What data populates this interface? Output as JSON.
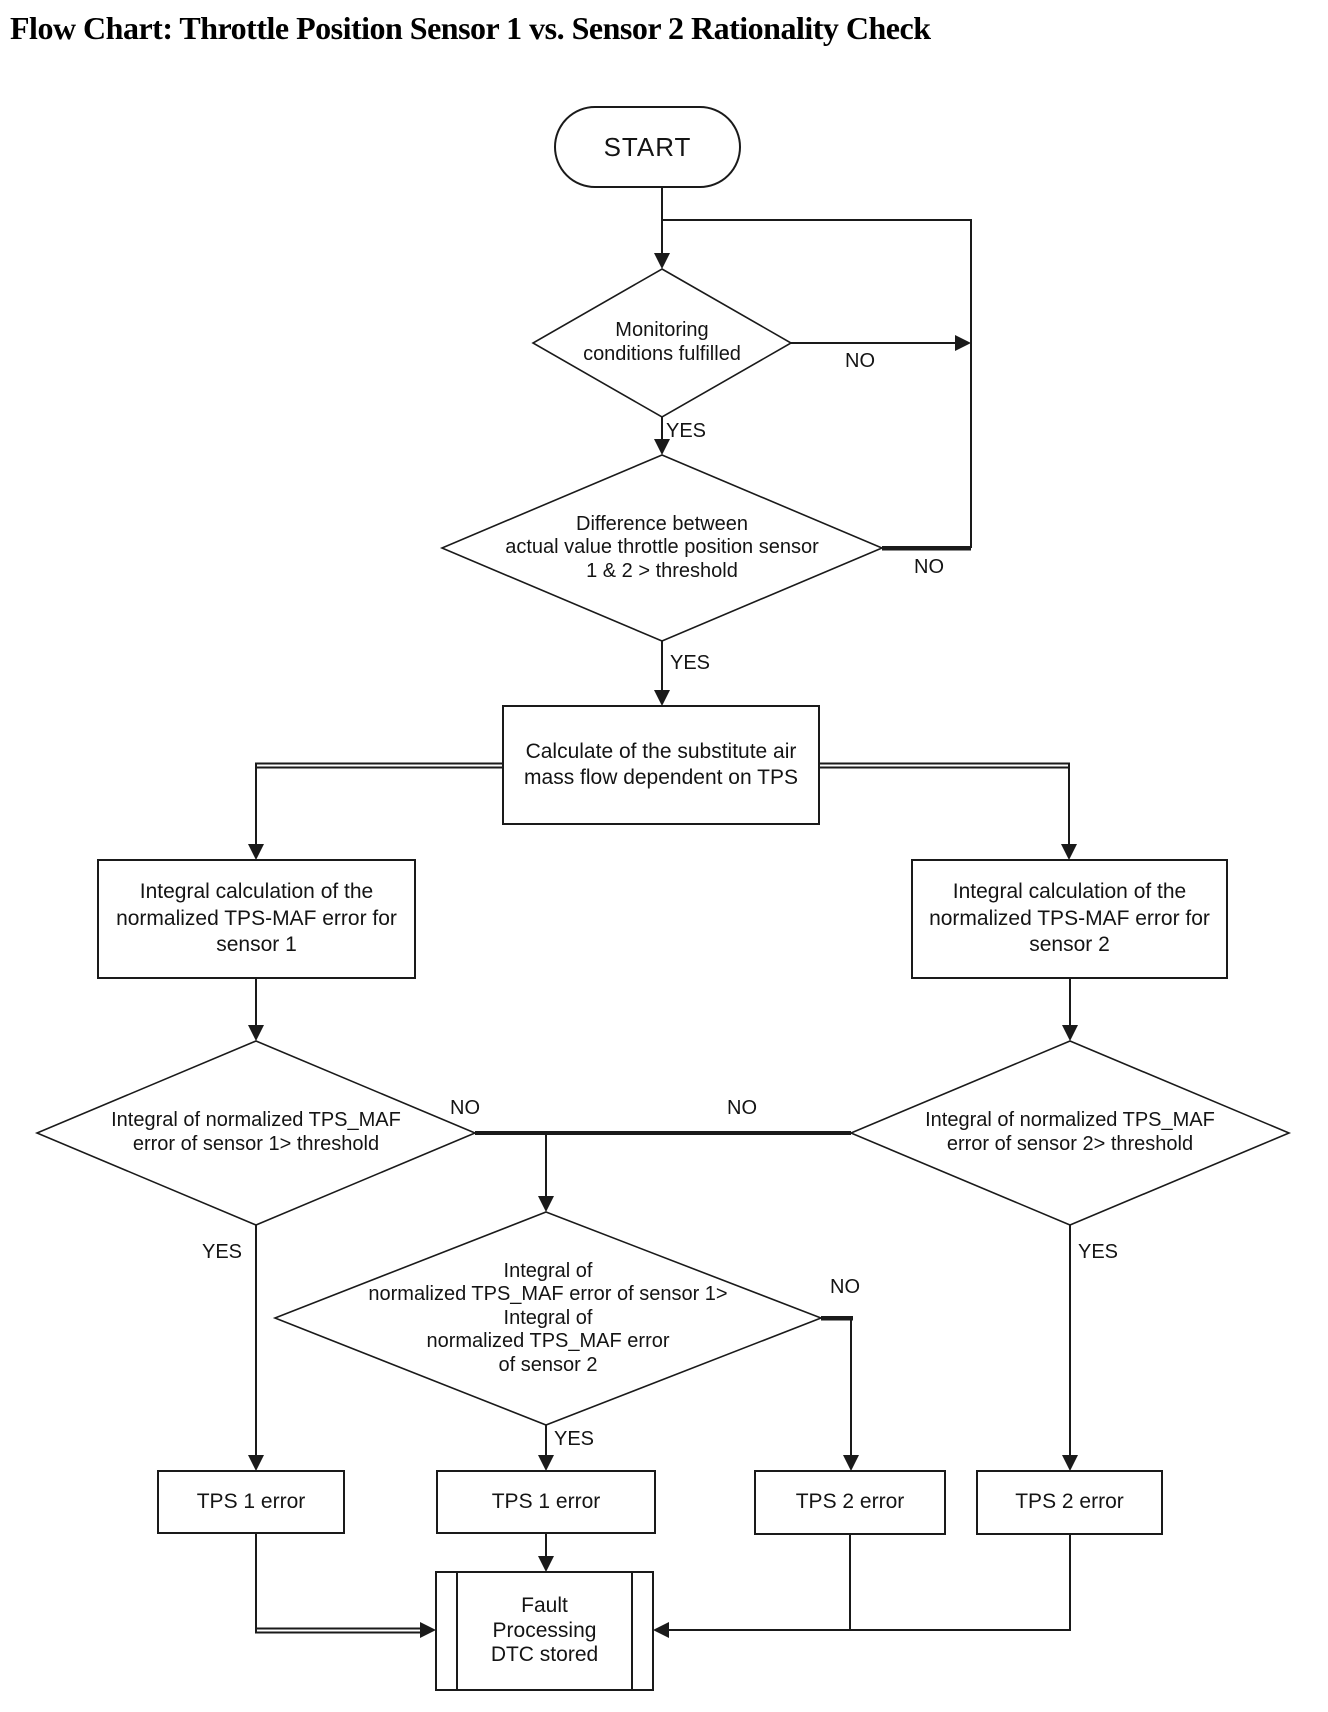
{
  "title": "Flow Chart: Throttle Position Sensor 1 vs. Sensor 2 Rationality Check",
  "diagram_type": "flowchart",
  "colors": {
    "background": "#ffffff",
    "line": "#1a1a1a",
    "text": "#141414"
  },
  "nodes": {
    "start": "START",
    "monitoring_decision": "Monitoring\nconditions fulfilled",
    "difference_decision": "Difference between\nactual value throttle position sensor\n1 & 2 > threshold",
    "calculate_process": "Calculate of the substitute air\nmass flow dependent on TPS",
    "integral_sensor1": "Integral calculation of the\nnormalized TPS-MAF error for\nsensor 1",
    "integral_sensor2": "Integral calculation of the\nnormalized TPS-MAF error for\nsensor 2",
    "threshold_sensor1": "Integral of normalized TPS_MAF\nerror of sensor 1> threshold",
    "threshold_sensor2": "Integral of normalized TPS_MAF\nerror of sensor 2> threshold",
    "compare_decision": "Integral of\nnormalized TPS_MAF error of sensor 1>\nIntegral of\nnormalized TPS_MAF error\nof sensor 2",
    "tps1_error_left": "TPS 1 error",
    "tps1_error_mid": "TPS 1 error",
    "tps2_error_mid": "TPS 2 error",
    "tps2_error_right": "TPS 2 error",
    "fault_processing": "Fault\nProcessing\nDTC stored"
  },
  "edge_labels": {
    "monitoring_no": "NO",
    "monitoring_yes": "YES",
    "difference_no": "NO",
    "difference_yes": "YES",
    "threshold1_no": "NO",
    "threshold1_yes": "YES",
    "threshold2_no": "NO",
    "threshold2_yes": "YES",
    "compare_no": "NO",
    "compare_yes": "YES"
  }
}
